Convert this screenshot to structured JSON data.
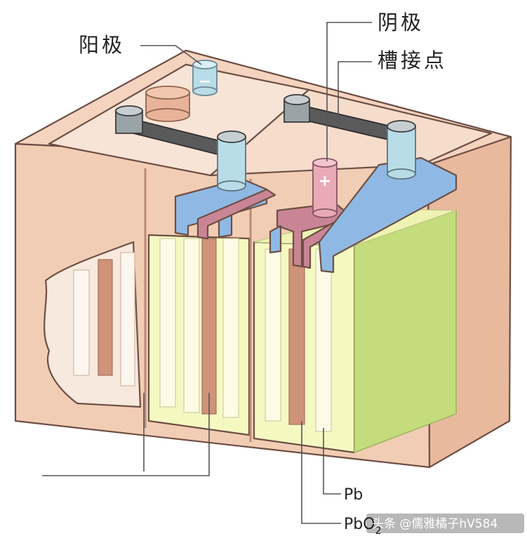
{
  "labels": {
    "anode": "阳极",
    "cathode": "阴极",
    "groove_contact": "槽接点",
    "pb": "Pb",
    "pbo2_main": "PbO",
    "pbo2_sub": "2"
  },
  "terminal_signs": {
    "negative": "−",
    "positive": "+"
  },
  "watermark": "头条 @儒雅橘子hV584",
  "colors": {
    "case": "#f2cdb5",
    "case_dark": "#e3b095",
    "lid": "#f8e4d6",
    "electrolyte": "#f6f8c2",
    "electrolyte_dark": "#c4dc7c",
    "negative_plate": "#8fb9e4",
    "positive_plate": "#c98596",
    "terminal": "#b9dde8",
    "connector": "#5a5a5a"
  }
}
